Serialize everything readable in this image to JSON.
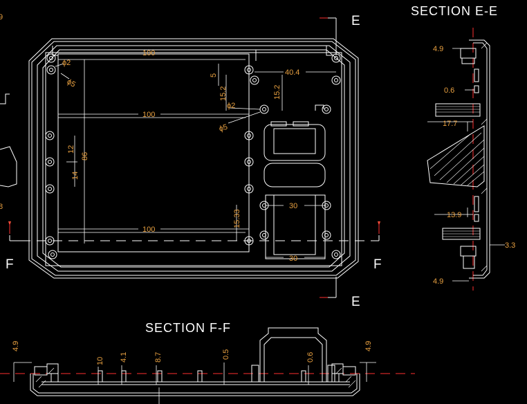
{
  "section_labels": {
    "e_e": "SECTION E-E",
    "f_f": "SECTION F-F"
  },
  "cut_markers": {
    "e_top": "E",
    "e_bottom": "E",
    "f_left": "F",
    "f_right": "F"
  },
  "plan_dims": {
    "d100_top": "100",
    "d100_mid": "100",
    "d100_bot": "100",
    "d40_4": "40.4",
    "d5": "5",
    "d15_2a": "15.2",
    "d15_2b": "15.2",
    "d12": "12",
    "d14": "14",
    "d86": "86",
    "d30_a": "30",
    "d30_b": "30",
    "d15_33": "15.33",
    "phi2_a": "ϕ2",
    "phi5_a": "ϕ5",
    "phi2_b": "ϕ2",
    "phi5_b": "ϕ5"
  },
  "edge_dims": {
    "left_top": "9",
    "left_bot": "8"
  },
  "section_e_dims": {
    "d4_9_top": "4.9",
    "d0_6": "0.6",
    "d17_7": "17.7",
    "d13_9": "13.9",
    "d3_3": "3.3",
    "d4_9_bot": "4.9"
  },
  "section_f_dims": {
    "d4_9_left": "4.9",
    "d10": "10",
    "d4_1": "4.1",
    "d8_7": "8.7",
    "d0_5": "0.5",
    "d0_6": "0.6",
    "d4_9_right": "4.9"
  }
}
